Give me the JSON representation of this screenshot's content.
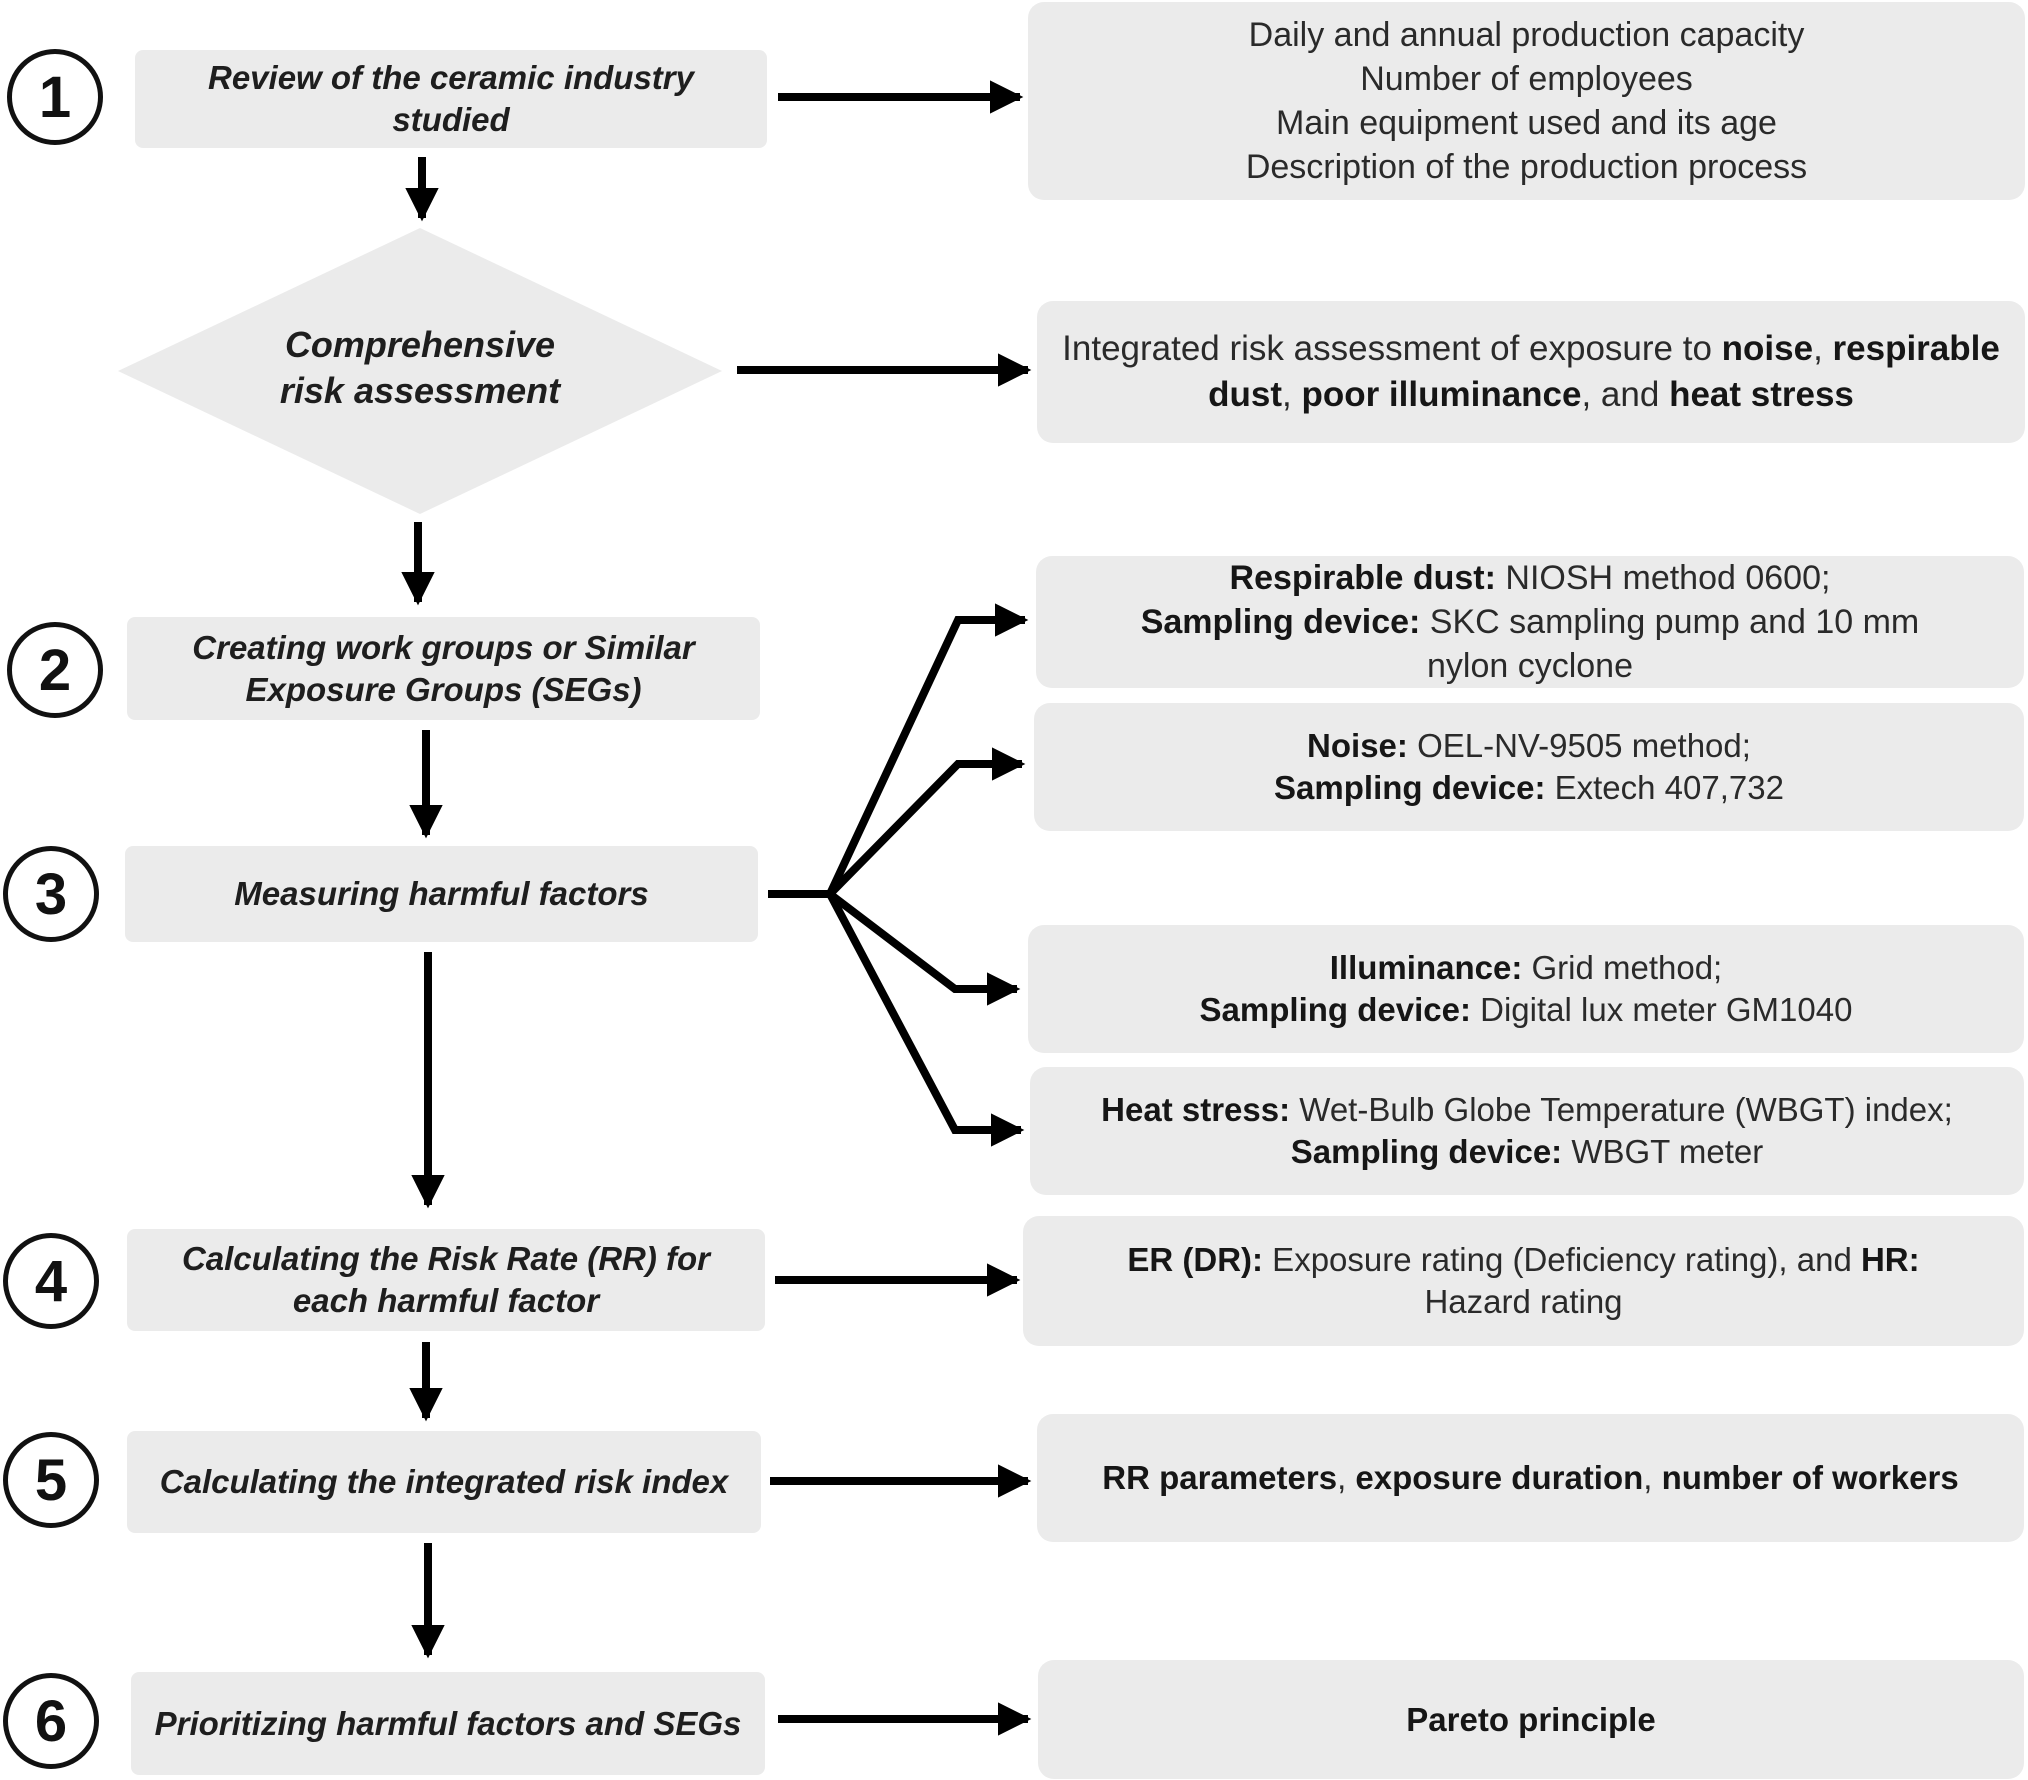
{
  "steps": [
    {
      "number": "1",
      "label": "Review of the ceramic industry studied"
    },
    {
      "number": "2",
      "label": "Creating work groups or Similar Exposure Groups (SEGs)"
    },
    {
      "number": "3",
      "label": "Measuring harmful factors"
    },
    {
      "number": "4",
      "label": "Calculating the Risk Rate (RR) for each harmful factor"
    },
    {
      "number": "5",
      "label": "Calculating the integrated risk index"
    },
    {
      "number": "6",
      "label": "Prioritizing harmful factors and SEGs"
    }
  ],
  "decision": {
    "label_line1": "Comprehensive",
    "label_line2": "risk assessment"
  },
  "details": {
    "review": {
      "lines": [
        "Daily and annual production capacity",
        "Number of employees",
        "Main equipment used and its age",
        "Description of the production process"
      ]
    },
    "assessment": {
      "prefix": "Integrated risk assessment of exposure to ",
      "noise": "noise",
      "sep1": ", ",
      "respirable": "respirable",
      "dust": "dust",
      "sep2": ", ",
      "illuminance": "poor illuminance",
      "sep3": ", and ",
      "heat": "heat stress"
    },
    "dust": {
      "label": "Respirable dust:",
      "method": " NIOSH method 0600;",
      "device_label": "Sampling device:",
      "device": " SKC sampling pump and 10 mm",
      "device_cont": "nylon cyclone"
    },
    "noise": {
      "label": "Noise:",
      "method": " OEL-NV-9505 method;",
      "device_label": "Sampling device:",
      "device": " Extech 407,732"
    },
    "illuminance": {
      "label": "Illuminance:",
      "method": " Grid method;",
      "device_label": "Sampling device:",
      "device": " Digital lux meter GM1040"
    },
    "heat": {
      "label": "Heat stress:",
      "method": " Wet-Bulb Globe Temperature (WBGT) index;",
      "device_label": "Sampling device:",
      "device": " WBGT meter"
    },
    "rating": {
      "er_label": "ER (DR):",
      "er_text": " Exposure rating (Deficiency rating), and ",
      "hr_label": "HR:",
      "hr_text": "Hazard rating"
    },
    "index": {
      "p1": "RR parameters",
      "sep1": ", ",
      "p2": "exposure duration",
      "sep2": ", ",
      "p3": "number of workers"
    },
    "pareto": {
      "label": "Pareto principle"
    }
  }
}
